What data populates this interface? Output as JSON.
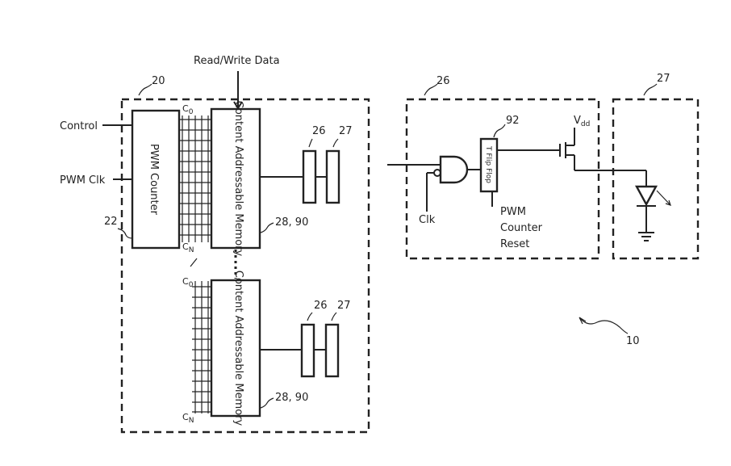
{
  "labels": {
    "read_write_data": "Read/Write Data",
    "control": "Control",
    "pwm_clk": "PWM Clk",
    "pwm_counter": "PWM Counter",
    "cam": "Content Addressable Memory",
    "c0": "C",
    "c0_sub": "0",
    "cn": "C",
    "cn_sub": "N",
    "t_flip_flop": "T Flip Flop",
    "clk": "Clk",
    "pwm_counter_reset_1": "PWM",
    "pwm_counter_reset_2": "Counter",
    "pwm_counter_reset_3": "Reset",
    "vdd": "V",
    "vdd_sub": "dd"
  },
  "refs": {
    "r20": "20",
    "r22": "22",
    "r26": "26",
    "r27": "27",
    "r28_90": "28, 90",
    "r92": "92",
    "r10": "10"
  }
}
